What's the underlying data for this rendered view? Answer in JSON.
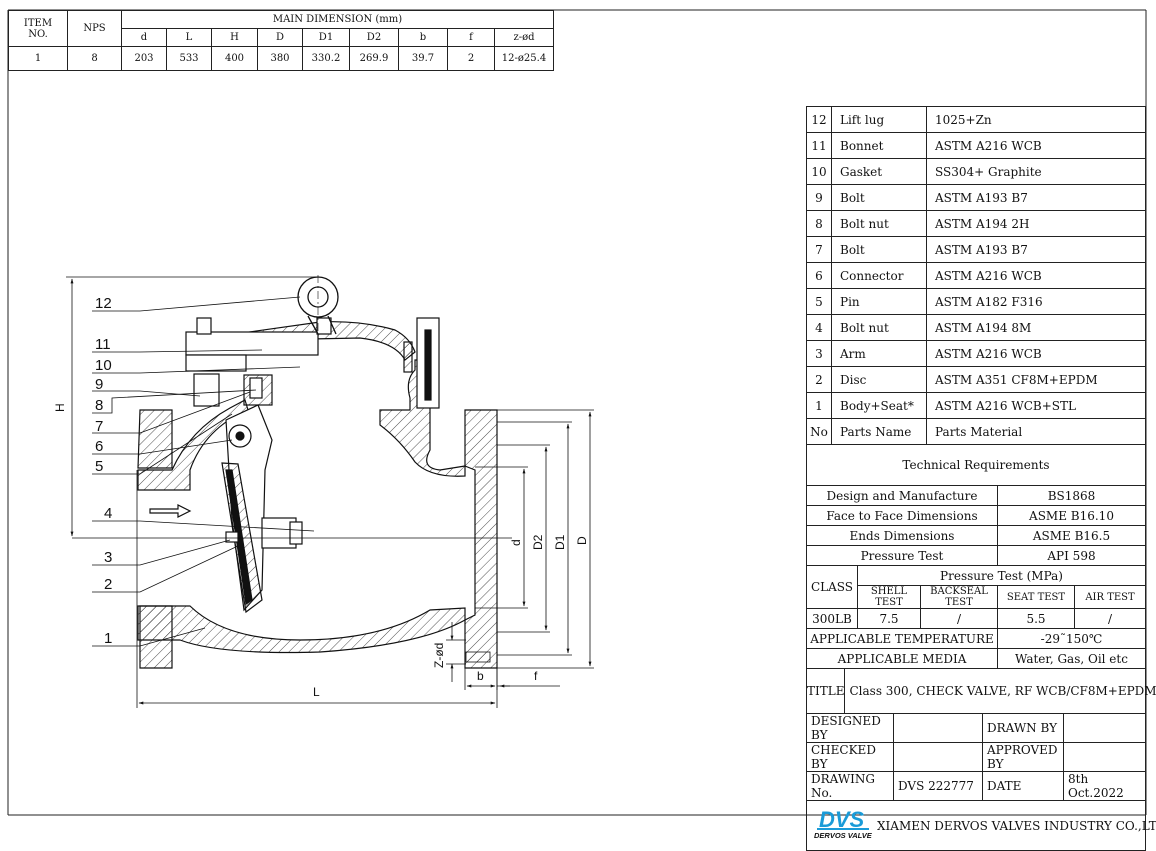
{
  "dimension_table": {
    "item_header": "ITEM\nNO.",
    "nps_header": "NPS",
    "main_header": "MAIN DIMENSION (mm)",
    "columns": [
      "d",
      "L",
      "H",
      "D",
      "D1",
      "D2",
      "b",
      "f",
      "z-ød"
    ],
    "rows": [
      {
        "item": "1",
        "nps": "8",
        "values": [
          "203",
          "533",
          "400",
          "380",
          "330.2",
          "269.9",
          "39.7",
          "2",
          "12-ø25.4"
        ]
      }
    ]
  },
  "drawing": {
    "leader_labels": [
      "12",
      "11",
      "10",
      "9",
      "8",
      "7",
      "6",
      "5",
      "4",
      "3",
      "2",
      "1"
    ],
    "dim_labels": {
      "H": "H",
      "L": "L",
      "d": "d",
      "D2": "D2",
      "D1": "D1",
      "D": "D",
      "Zd": "Z-ød",
      "b": "b",
      "f": "f"
    }
  },
  "parts_table": {
    "rows": [
      {
        "no": "12",
        "name": "Lift lug",
        "material": "1025+Zn"
      },
      {
        "no": "11",
        "name": "Bonnet",
        "material": "ASTM A216 WCB"
      },
      {
        "no": "10",
        "name": "Gasket",
        "material": "SS304+ Graphite"
      },
      {
        "no": "9",
        "name": "Bolt",
        "material": "ASTM A193 B7"
      },
      {
        "no": "8",
        "name": "Bolt nut",
        "material": "ASTM A194 2H"
      },
      {
        "no": "7",
        "name": "Bolt",
        "material": "ASTM A193 B7"
      },
      {
        "no": "6",
        "name": "Connector",
        "material": "ASTM A216 WCB"
      },
      {
        "no": "5",
        "name": "Pin",
        "material": "ASTM A182 F316"
      },
      {
        "no": "4",
        "name": "Bolt nut",
        "material": "ASTM A194 8M"
      },
      {
        "no": "3",
        "name": "Arm",
        "material": "ASTM A216 WCB"
      },
      {
        "no": "2",
        "name": "Disc",
        "material": "ASTM A351 CF8M+EPDM"
      },
      {
        "no": "1",
        "name": "Body+Seat*",
        "material": "ASTM A216 WCB+STL"
      }
    ],
    "header": {
      "no": "No",
      "name": "Parts Name",
      "material": "Parts Material"
    }
  },
  "technical": {
    "heading": "Technical Requirements",
    "specs": [
      {
        "label": "Design and Manufacture",
        "value": "BS1868"
      },
      {
        "label": "Face to Face Dimensions",
        "value": "ASME B16.10"
      },
      {
        "label": "Ends Dimensions",
        "value": "ASME B16.5"
      },
      {
        "label": "Pressure Test",
        "value": "API 598"
      }
    ],
    "class_label": "CLASS",
    "pressure_header": "Pressure Test (MPa)",
    "test_columns": [
      "SHELL TEST",
      "BACKSEAL TEST",
      "SEAT TEST",
      "AIR TEST"
    ],
    "class_value": "300LB",
    "test_values": [
      "7.5",
      "/",
      "5.5",
      "/"
    ],
    "temperature_label": "APPLICABLE TEMPERATURE",
    "temperature_value": "-29˜150℃",
    "media_label": "APPLICABLE MEDIA",
    "media_value": "Water, Gas, Oil etc"
  },
  "title_block": {
    "title_label": "TITLE",
    "title_value": "Class 300, CHECK VALVE, RF WCB/CF8M+EPDM",
    "designed_by": "DESIGNED BY",
    "drawn_by": "DRAWN BY",
    "checked_by": "CHECKED BY",
    "approved_by": "APPROVED BY",
    "drawing_no_label": "DRAWING No.",
    "drawing_no": "DVS 222777",
    "date_label": "DATE",
    "date": "8th Oct.2022",
    "logo_text": "DVS",
    "logo_sub": "DERVOS VALVE",
    "company": "XIAMEN DERVOS VALVES INDUSTRY CO.,LTD",
    "brand_color": "#1a9bd8"
  }
}
